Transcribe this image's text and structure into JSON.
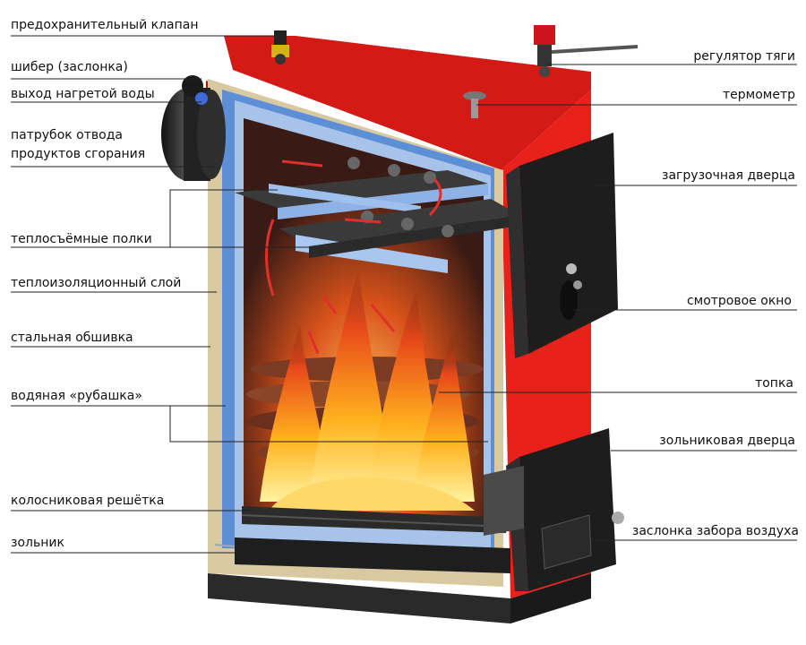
{
  "labels": {
    "safety_valve": "предохранительный клапан",
    "damper": "шибер (заслонка)",
    "hot_water_outlet": "выход нагретой воды",
    "flue_pipe_line1": "патрубок отвода",
    "flue_pipe_line2": "продуктов сгорания",
    "heat_shelves": "теплосъёмные полки",
    "insulation_layer": "теплоизоляционный слой",
    "steel_casing": "стальная обшивка",
    "water_jacket": "водяная «рубашка»",
    "grate": "колосниковая решётка",
    "ash_pan": "зольник",
    "draft_regulator": "регулятор тяги",
    "thermometer": "термометр",
    "loading_door": "загрузочная дверца",
    "sight_window": "смотровое окно",
    "firebox": "топка",
    "ash_door": "зольниковая дверца",
    "air_intake_damper": "заслонка забора воздуха"
  },
  "colors": {
    "casing_red": "#e8211a",
    "insulation": "#d8c9a0",
    "water_blue": "#5d8fd6",
    "door_dark": "#1d1d1d",
    "flame": "#ff8a1e",
    "leader": "#222222"
  }
}
